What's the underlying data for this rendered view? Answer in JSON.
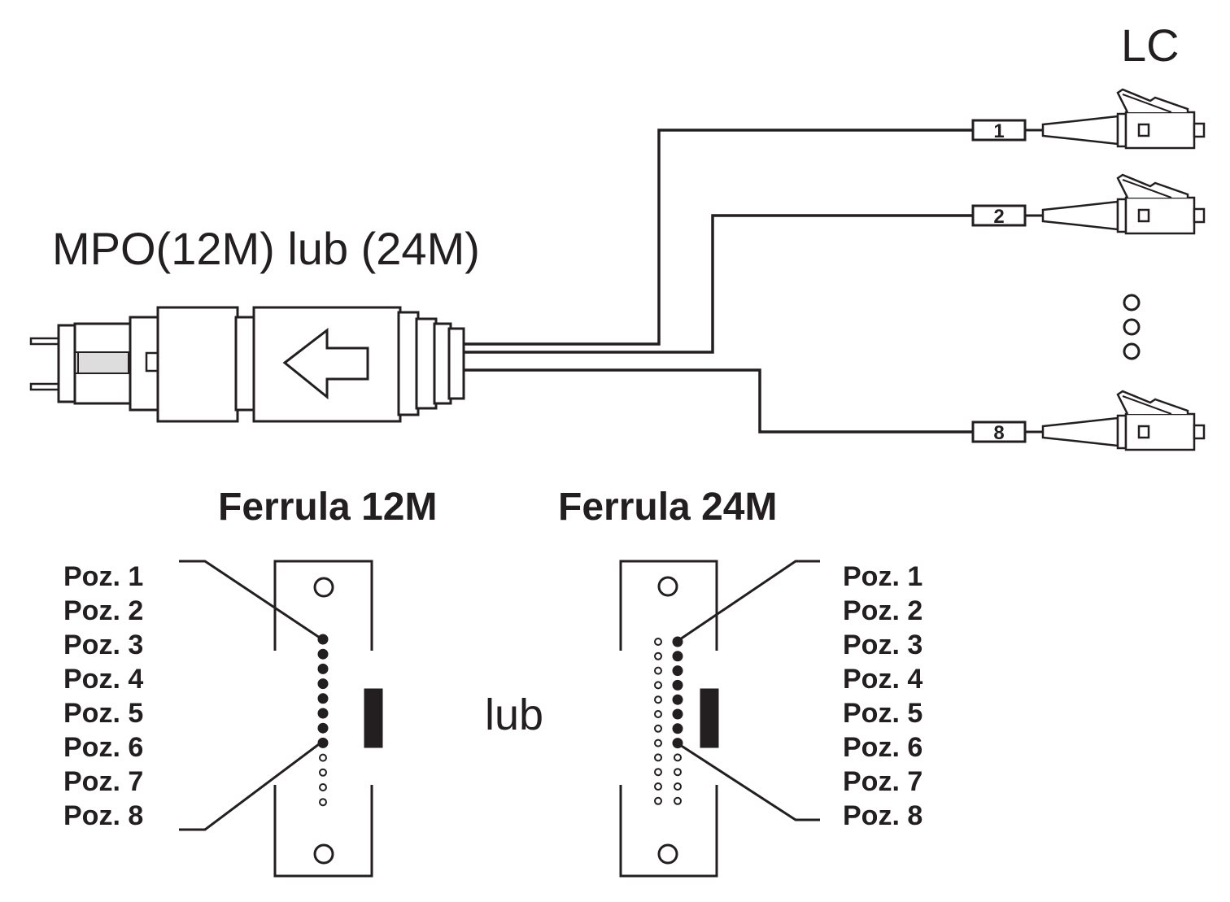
{
  "labels": {
    "lc": "LC",
    "mpo": "MPO(12M) lub (24M)",
    "ferrula_12m": "Ferrula 12M",
    "ferrula_24m": "Ferrula 24M",
    "or_word": "lub"
  },
  "lc_tags": [
    "1",
    "2",
    "8"
  ],
  "positions_left": [
    "Poz. 1",
    "Poz. 2",
    "Poz. 3",
    "Poz. 4",
    "Poz. 5",
    "Poz. 6",
    "Poz. 7",
    "Poz. 8"
  ],
  "positions_right": [
    "Poz. 1",
    "Poz. 2",
    "Poz. 3",
    "Poz. 4",
    "Poz. 5",
    "Poz. 6",
    "Poz. 7",
    "Poz. 8"
  ],
  "colors": {
    "line": "#231f20",
    "fill": "#ffffff",
    "shade": "#dddddd"
  }
}
